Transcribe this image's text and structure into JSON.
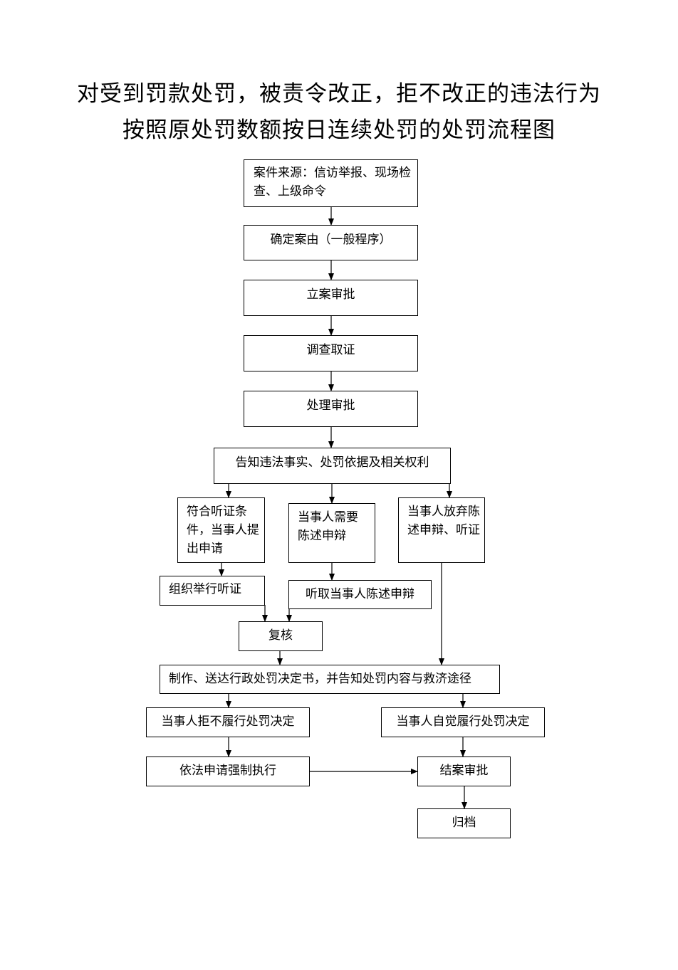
{
  "title_line1": "对受到罚款处罚，被责令改正，拒不改正的违法行为",
  "title_line2": "按照原处罚数额按日连续处罚的处罚流程图",
  "nodes": {
    "source": "案件来源：信访举报、现场检查、上级命令",
    "confirm": "确定案由（一般程序）",
    "register": "立案审批",
    "investigate": "调查取证",
    "handle": "处理审批",
    "notify": "告知违法事实、处罚依据及相关权利",
    "hearing_apply": "符合听证条件，当事人提出申请",
    "defend_need": "当事人需要陈述申辩",
    "waive": "当事人放弃陈述申辩、听证",
    "organize_hearing": "组织举行听证",
    "listen_defense": "听取当事人陈述申辩",
    "review": "复核",
    "issue_decision": "制作、送达行政处罚决定书，并告知处罚内容与救济途径",
    "refuse": "当事人拒不履行处罚决定",
    "comply": "当事人自觉履行处罚决定",
    "enforce": "依法申请强制执行",
    "close": "结案审批",
    "archive": "归档"
  }
}
